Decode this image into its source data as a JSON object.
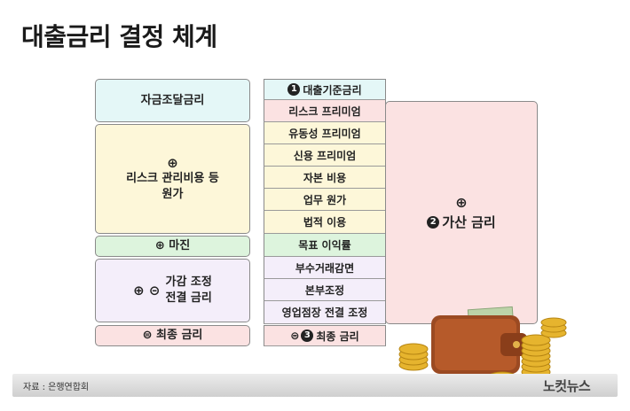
{
  "title": "대출금리 결정 체계",
  "left_column": {
    "funding_rate": "자금조달금리",
    "risk_costs_symbol": "⊕",
    "risk_costs_line1": "리스크 관리비용 등",
    "risk_costs_line2": "원가",
    "margin": "⊕ 마진",
    "adjust_symbols": "⊕ ⊝",
    "adjust_line1": "가감 조정",
    "adjust_line2": "전결 금리",
    "final_rate": "⊜ 최종 금리"
  },
  "middle_column": {
    "base_rate_num": "1",
    "base_rate": "대출기준금리",
    "rows": [
      "리스크 프리미엄",
      "유동성 프리미엄",
      "신용 프리미엄",
      "자본 비용",
      "업무 원가",
      "법적 이용",
      "목표 이익률",
      "부수거래감면",
      "본부조정",
      "영업점장 전결 조정"
    ],
    "final_prefix": "⊜",
    "final_num": "3",
    "final_rate": "최종 금리"
  },
  "right_box": {
    "symbol": "⊕",
    "num": "2",
    "label": "가산 금리"
  },
  "footer": {
    "source": "자료 : 은행연합회",
    "logo": "노컷뉴스"
  },
  "colors": {
    "cyan": "#e4f7f7",
    "yellow": "#fdf7d9",
    "green": "#ddf4dd",
    "lavender": "#f4eefa",
    "pink": "#fbe2e2"
  }
}
